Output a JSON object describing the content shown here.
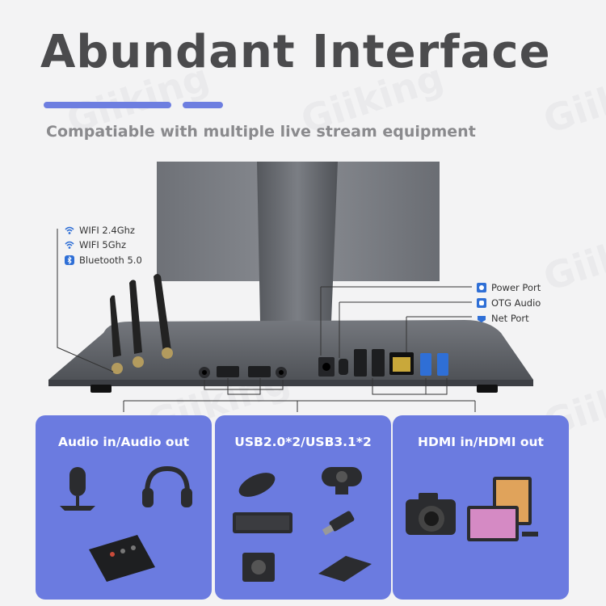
{
  "header": {
    "title": "Abundant Interface",
    "subtitle": "Compatiable with multiple live stream equipment",
    "watermark": "Giiking"
  },
  "wireless_legend": [
    {
      "icon": "wifi-icon",
      "label": "WIFI 2.4Ghz"
    },
    {
      "icon": "wifi-icon",
      "label": "WIFI 5Ghz"
    },
    {
      "icon": "bluetooth-icon",
      "label": "Bluetooth 5.0"
    }
  ],
  "port_legend": [
    {
      "icon": "power-port-icon",
      "label": "Power Port"
    },
    {
      "icon": "otg-audio-icon",
      "label": "OTG Audio"
    },
    {
      "icon": "net-port-icon",
      "label": "Net Port"
    }
  ],
  "cards": [
    {
      "title": "Audio in/Audio out",
      "items": [
        "microphone-icon",
        "headphones-icon",
        "sound-card-icon"
      ]
    },
    {
      "title": "USB2.0*2/USB3.1*2",
      "items": [
        "mouse-icon",
        "webcam-icon",
        "keyboard-icon",
        "usb-drive-icon",
        "camera-module-icon",
        "hard-drive-icon"
      ]
    },
    {
      "title": "HDMI in/HDMI out",
      "items": [
        "dslr-camera-icon",
        "monitor-icon"
      ]
    }
  ],
  "colors": {
    "accent": "#6d7ee0",
    "card": "#6b7be0",
    "device": "#5f6166",
    "title": "#4b4b4d"
  }
}
